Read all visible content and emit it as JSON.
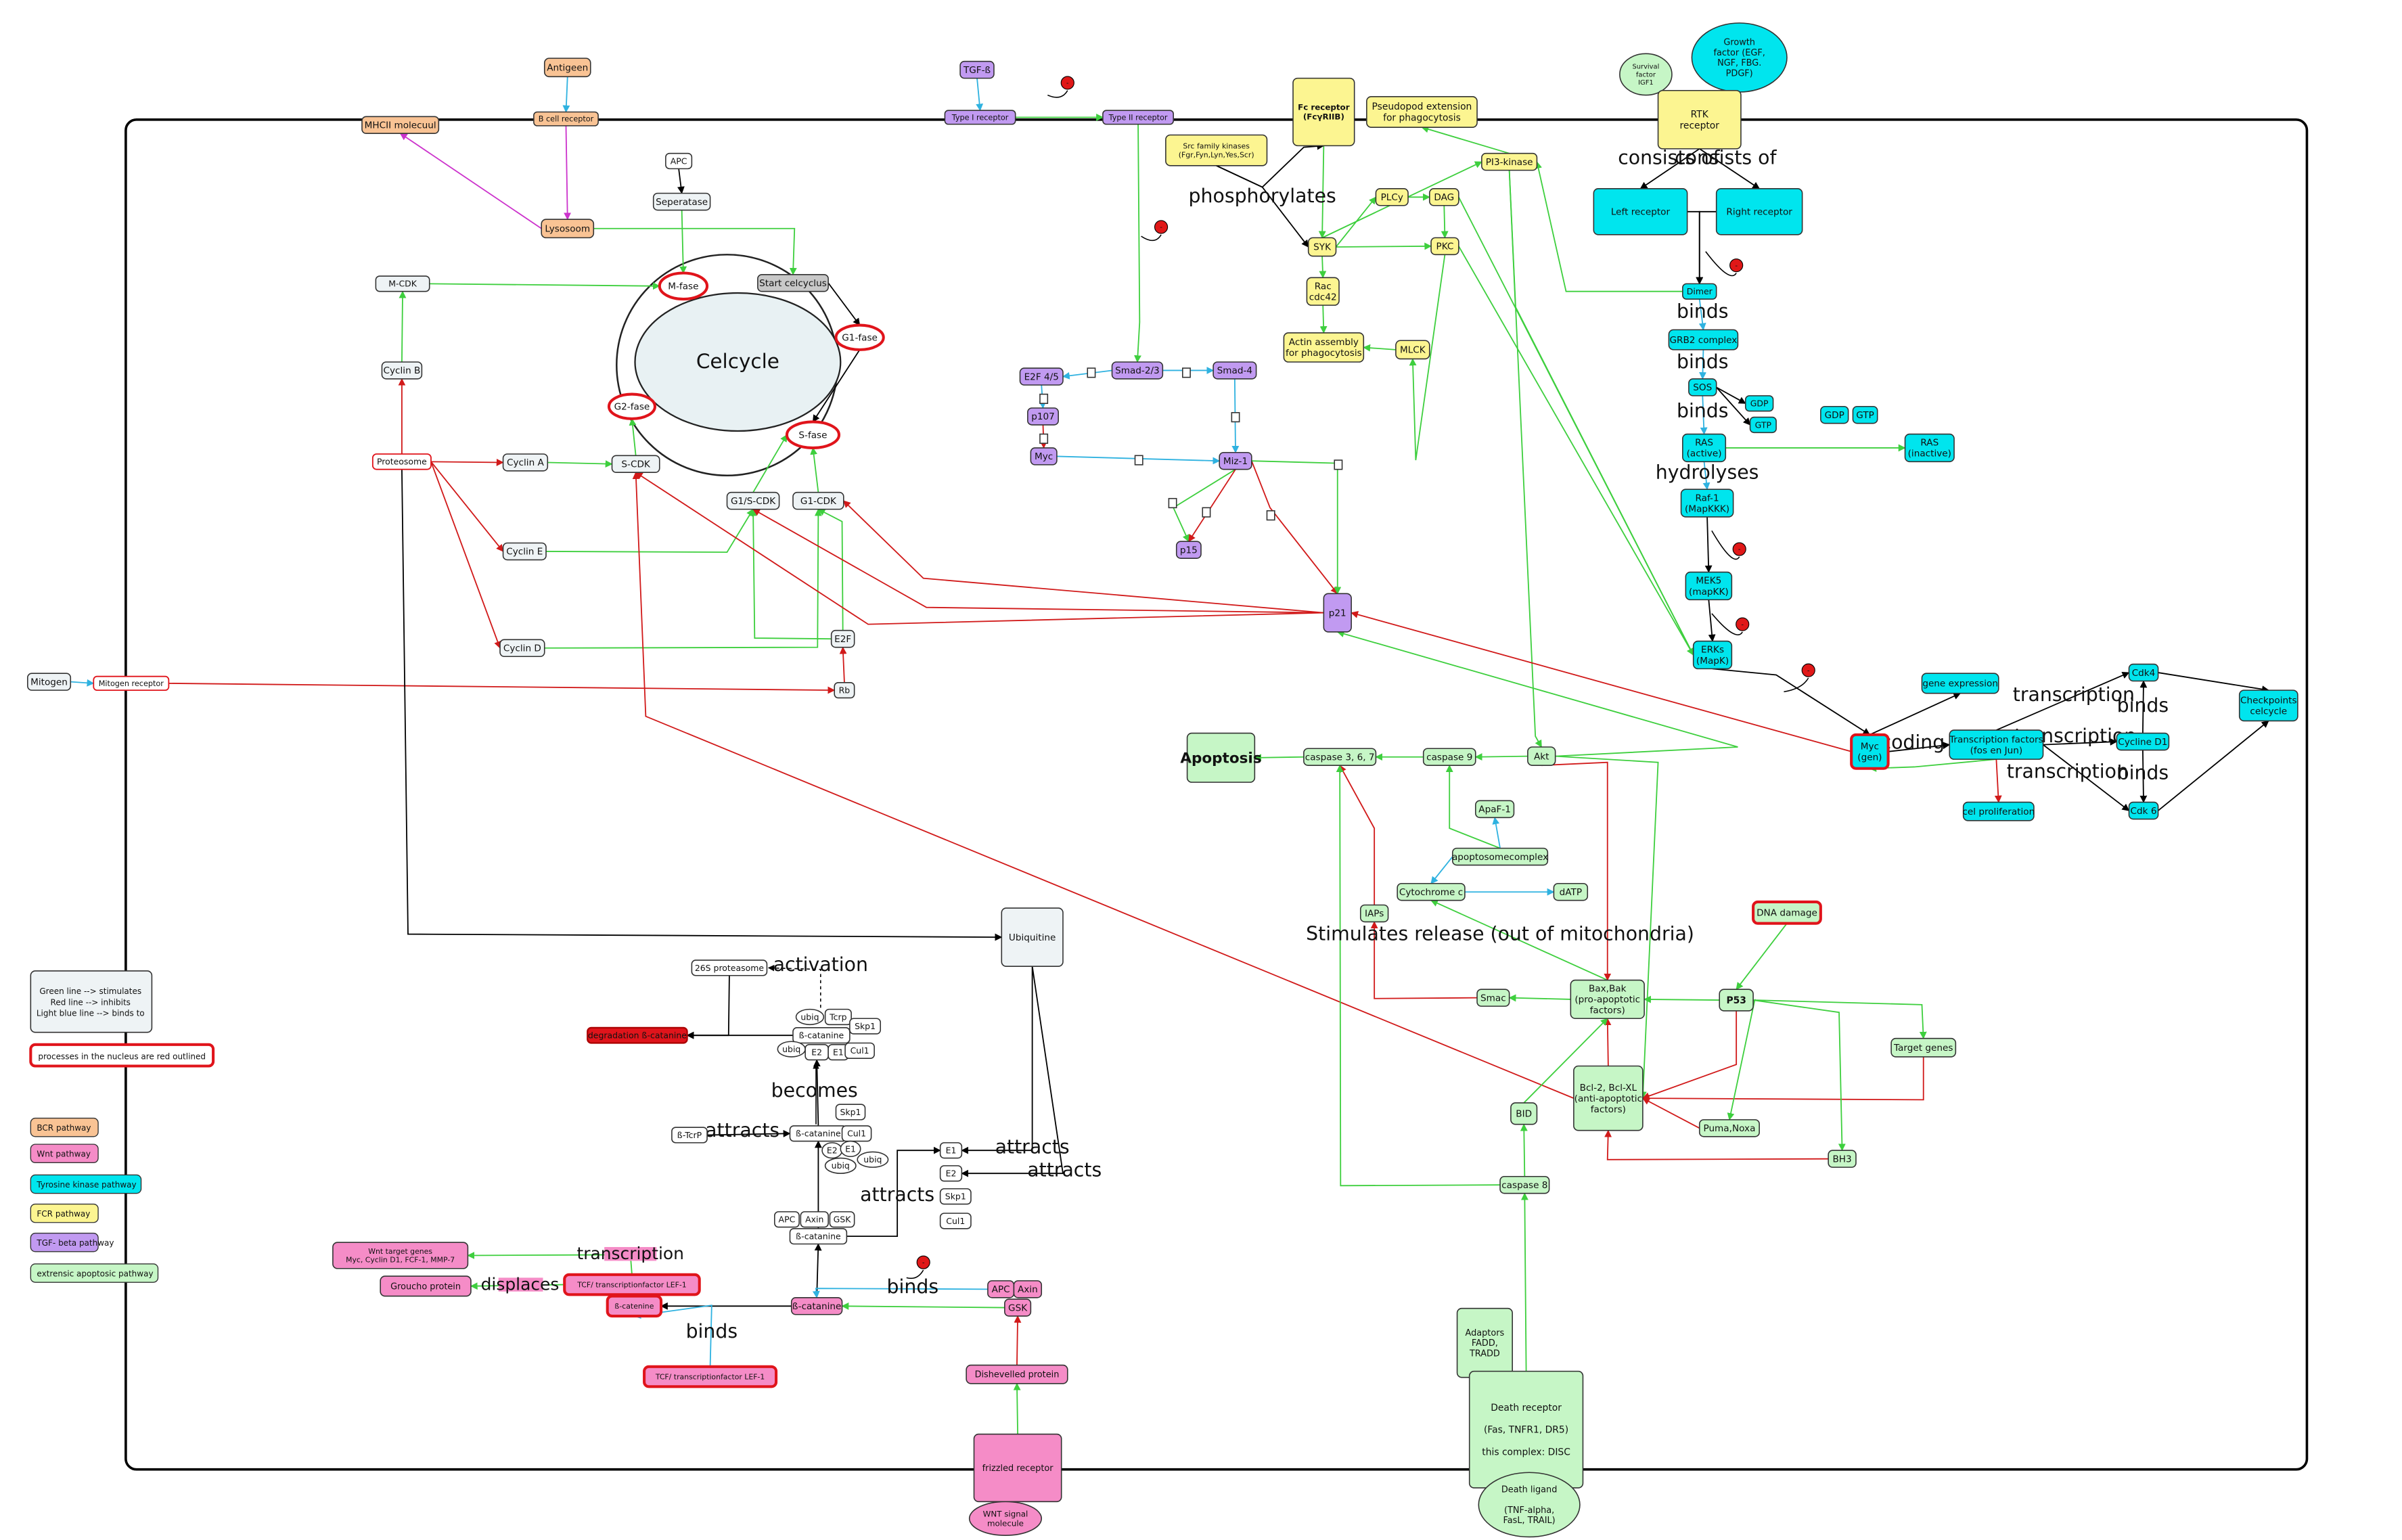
{
  "palette": {
    "bcr": "#f9c394",
    "wnt": "#f58cc7",
    "rtk": "#00e5ee",
    "fcr": "#fcf591",
    "tgf": "#c19af1",
    "apoptotic": "#c6f6c6",
    "neutral": "#eef3f5",
    "white": "#ffffff",
    "gray": "#c8c8c8",
    "nucleus_outline": "#e0141b",
    "stimulates": "#3ecf3e",
    "inhibits": "#d11a1a",
    "binds": "#2fb2e0"
  },
  "symbol_text": "-",
  "nodes": {
    "celcycle": "Celcycle",
    "antigen": "Antigeen",
    "b_cell_receptor": "B cell receptor",
    "mhcii": "MHCII molecuul",
    "lysosoom": "Lysosoom",
    "apc_top": "APC",
    "seperatase": "Seperatase",
    "start_celcyclus": "Start celcyclus",
    "m_cdk": "M-CDK",
    "m_fase": "M-fase",
    "g1_fase": "G1-fase",
    "g2_fase": "G2-fase",
    "s_fase": "S-fase",
    "cyclin_b": "Cyclin B",
    "proteosome": "Proteosome",
    "cyclin_a": "Cyclin A",
    "s_cdk": "S-CDK",
    "g1s_cdk": "G1/S-CDK",
    "g1_cdk": "G1-CDK",
    "cyclin_e": "Cyclin E",
    "cyclin_d": "Cyclin D",
    "e2f": "E2F",
    "rb": "Rb",
    "mitogen": "Mitogen",
    "mitogen_receptor": "Mitogen receptor",
    "tgf_b": "TGF-ß",
    "type1_receptor": "Type I receptor",
    "type2_receptor": "Type II receptor",
    "smad23": "Smad-2/3",
    "smad4": "Smad-4",
    "e2f45": "E2F 4/5",
    "p107": "p107",
    "myc_tgf": "Myc",
    "miz1": "Miz-1",
    "p15": "p15",
    "p21": "p21",
    "fc_receptor": [
      "Fc receptor",
      "(FcγRIIB)"
    ],
    "pseudopod": [
      "Pseudopod extension",
      "for phagocytosis"
    ],
    "src_kinases": [
      "Src family kinases",
      "(Fgr,Fyn,Lyn,Yes,Scr)"
    ],
    "syk": "SYK",
    "plcy": "PLCy",
    "dag": "DAG",
    "pkc": "PKC",
    "pi3_kinase": "PI3-kinase",
    "rac_cdc42": [
      "Rac",
      "cdc42"
    ],
    "actin_assembly": [
      "Actin assembly",
      "for phagocytosis"
    ],
    "mlck": "MLCK",
    "survival_factor": [
      "Survival",
      "factor",
      "IGF1"
    ],
    "growth_factor": [
      "Growth",
      "factor (EGF,",
      "NGF, FBG.",
      "PDGF)"
    ],
    "rtk_receptor": [
      "RTK",
      "receptor"
    ],
    "left_receptor": "Left receptor",
    "right_receptor": "Right receptor",
    "dimer": "Dimer",
    "grb2": "GRB2 complex",
    "sos": "SOS",
    "gdp1": "GDP",
    "gtp1": "GTP",
    "gdp2": "GDP",
    "gtp2": "GTP",
    "ras_active": [
      "RAS",
      "(active)"
    ],
    "ras_inactive": [
      "RAS",
      "(inactive)"
    ],
    "raf1": [
      "Raf-1",
      "(MapKKK)"
    ],
    "mek5": [
      "MEK5",
      "(mapKK)"
    ],
    "erks": [
      "ERKs",
      "(MapK)"
    ],
    "gene_expression": "gene expression",
    "myc_gen": [
      "Myc",
      "(gen)"
    ],
    "transcription_factors": [
      "Transcription factors",
      "(fos en Jun)"
    ],
    "cdk4": "Cdk4",
    "cycline_d1": "Cycline D1",
    "cdk6": "Cdk 6",
    "checkpoints": [
      "Checkpoints",
      "celcycle"
    ],
    "cel_proliferation": "cel proliferation",
    "apoptosis": "Apoptosis",
    "caspase367": "caspase 3, 6, 7",
    "caspase9": "caspase 9",
    "akt": "Akt",
    "apaf1": "ApaF-1",
    "apoptosomecomplex": "apoptosomecomplex",
    "cytochrome_c": "Cytochrome c",
    "datp": "dATP",
    "iaps": "IAPs",
    "smac": "Smac",
    "bax_bak": [
      "Bax,Bak",
      "(pro-apoptotic",
      "factors)"
    ],
    "dna_damage": "DNA damage",
    "p53": "P53",
    "target_genes": "Target genes",
    "bcl2": [
      "Bcl-2, Bcl-XL",
      "(anti-apoptotic",
      "factors)"
    ],
    "puma_noxa": "Puma,Noxa",
    "bid": "BID",
    "bh3": "BH3",
    "caspase8": "caspase 8",
    "adaptors": [
      "Adaptors",
      "FADD,",
      "TRADD"
    ],
    "death_receptor": [
      "Death receptor",
      "",
      "(Fas, TNFR1, DR5)",
      "",
      "this complex: DISC"
    ],
    "death_ligand": [
      "Death ligand",
      "",
      "(TNF-alpha,",
      "FasL, TRAIL)"
    ],
    "ubiquitine": "Ubiquitine",
    "proteasome_26s": "26S proteasome",
    "degradation": "degradation ß-catanine",
    "ubiq_1": "ubiq",
    "tcrp": "Tcrp",
    "skp1_1": "Skp1",
    "b_catanine_1": "ß-catanine",
    "ubiq_2": "ubiq",
    "e2_1": "E2",
    "e1_1": "E1",
    "cul1_1": "Cul1",
    "skp1_2": "Skp1",
    "b_trcp": "ß-TcrP",
    "b_catanine_2": "ß-catanine",
    "cul1_2": "Cul1",
    "e2_2": "E2",
    "e1_2": "E1",
    "ubiq_3": "ubiq",
    "ubiq_4": "ubiq",
    "e1_3": "E1",
    "e2_3": "E2",
    "skp1_3": "Skp1",
    "cul1_3": "Cul1",
    "apc_mid": "APC",
    "axin_mid": "Axin",
    "gsk_mid": "GSK",
    "b_catanine_3": "ß-catanine",
    "wnt_target_genes": [
      "Wnt target genes",
      "Myc, Cyclin D1, FCF-1, MMP-7"
    ],
    "groucho": "Groucho protein",
    "tcf_lef_1": "TCF/ transcriptionfactor LEF-1",
    "b_catenine_nuc": "ß-catenine",
    "b_catanine_4": "ß-catanine",
    "apc_w": "APC",
    "axin_w": "Axin",
    "gsk_w": "GSK",
    "tcf_lef_2": "TCF/ transcriptionfactor LEF-1",
    "dishevelled": "Dishevelled protein",
    "frizzled": "frizzled receptor",
    "wnt_signal": [
      "WNT signal",
      "molecule"
    ]
  },
  "edge_labels": {
    "consists_of": "consists of",
    "phosphorylates": "phosphorylates",
    "binds": "binds",
    "hydrolyses": "hydrolyses",
    "transcription": "transcription",
    "coding": "coding",
    "stimulates_release": "Stimulates release (out of mitochondria)",
    "activation": "activation",
    "becomes": "becomes",
    "attracts": "attracts",
    "displaces": "displaces"
  },
  "legend": {
    "lines": [
      "Green line  -->  stimulates",
      "Red line  -->  inhibits",
      "Light blue line --> binds to"
    ],
    "nucleus_note": "processes in the nucleus are red outlined",
    "pathways": [
      {
        "label": "BCR pathway",
        "color": "#f9c394"
      },
      {
        "label": "Wnt pathway",
        "color": "#f58cc7"
      },
      {
        "label": "Tyrosine kinase pathway",
        "color": "#00e5ee"
      },
      {
        "label": "FCR pathway",
        "color": "#fcf591"
      },
      {
        "label": "TGF- beta pathway",
        "color": "#c19af1"
      },
      {
        "label": "extrensic apoptosic pathway",
        "color": "#c6f6c6"
      }
    ]
  }
}
